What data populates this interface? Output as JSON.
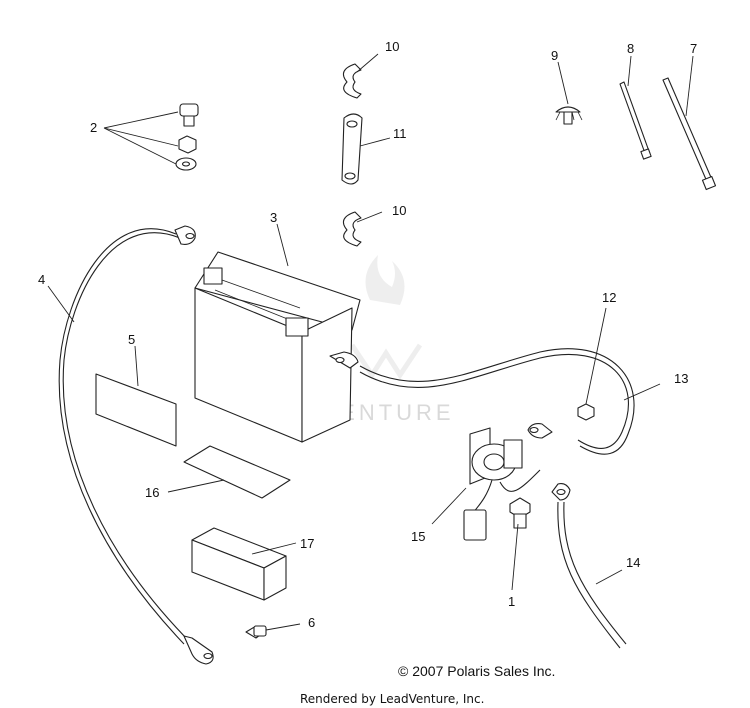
{
  "diagram": {
    "watermark": "LEADVENTURE",
    "copyright": "© 2007 Polaris Sales Inc.",
    "footer": "Rendered by LeadVenture, Inc.",
    "callouts": {
      "c1": "1",
      "c2": "2",
      "c3": "3",
      "c4": "4",
      "c5": "5",
      "c6": "6",
      "c7": "7",
      "c8": "8",
      "c9": "9",
      "c10a": "10",
      "c10b": "10",
      "c11": "11",
      "c12": "12",
      "c13": "13",
      "c14": "14",
      "c15": "15",
      "c16": "16",
      "c17": "17"
    }
  }
}
